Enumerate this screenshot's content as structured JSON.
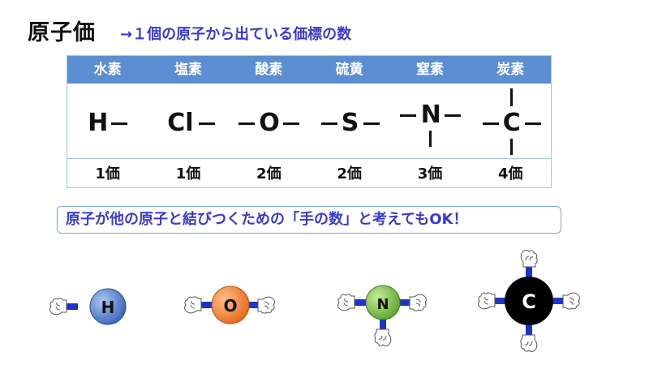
{
  "title": "原子価",
  "subtitle": "→１個の原子から出ている価標の数",
  "table": {
    "headers": [
      "水素",
      "塩素",
      "酸素",
      "硫黄",
      "窒素",
      "炭素"
    ],
    "symbols": [
      "H",
      "Cl",
      "O",
      "S",
      "N",
      "C"
    ],
    "valences": [
      "1価",
      "1価",
      "2価",
      "2価",
      "3価",
      "4価"
    ]
  },
  "note": "原子が他の原子と結びつくための「手の数」と考えてもOK！",
  "atoms": [
    {
      "label": "H",
      "color": "#4a78c8",
      "hands": 1
    },
    {
      "label": "O",
      "color": "#f07a26",
      "hands": 2
    },
    {
      "label": "N",
      "color": "#7ac043",
      "hands": 3
    },
    {
      "label": "C",
      "color": "#000000",
      "hands": 4
    }
  ]
}
